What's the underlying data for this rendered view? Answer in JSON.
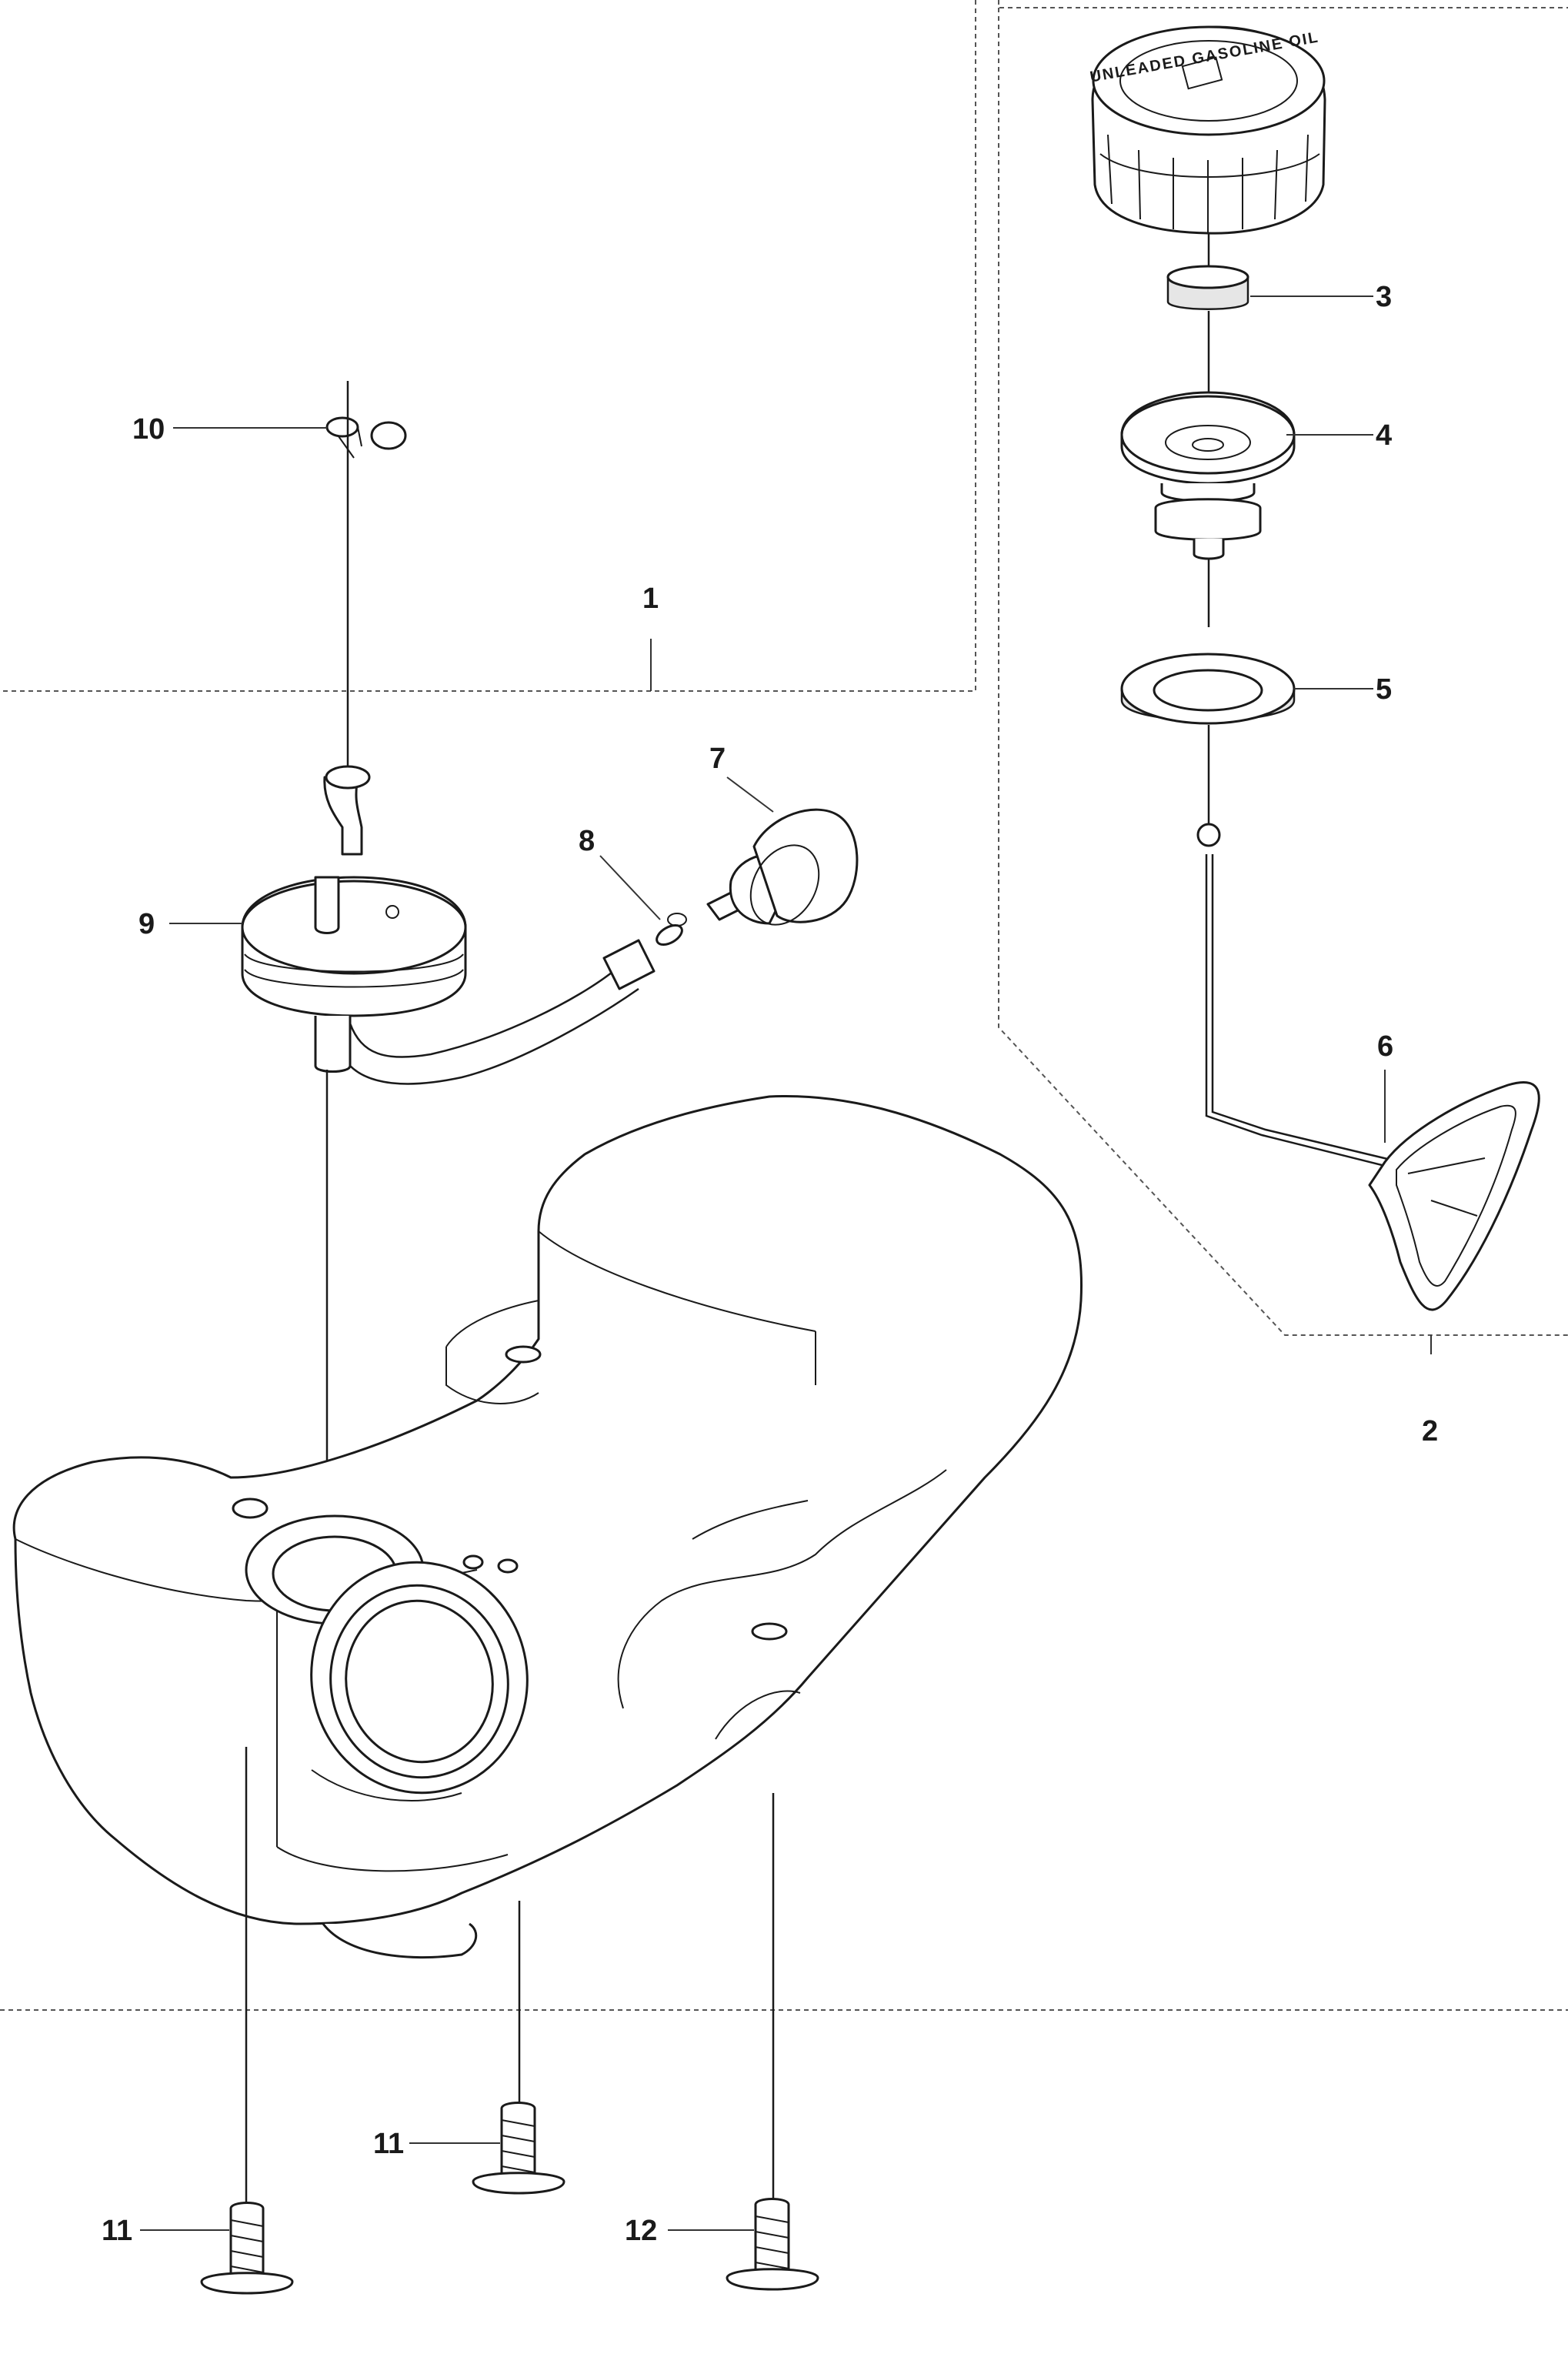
{
  "callouts": {
    "c1": "1",
    "c2": "2",
    "c3": "3",
    "c4": "4",
    "c5": "5",
    "c6": "6",
    "c7": "7",
    "c8": "8",
    "c9": "9",
    "c10": "10",
    "c11a": "11",
    "c11b": "11",
    "c12": "12"
  },
  "cap_text": "UNLEADED GASOLINE OIL"
}
